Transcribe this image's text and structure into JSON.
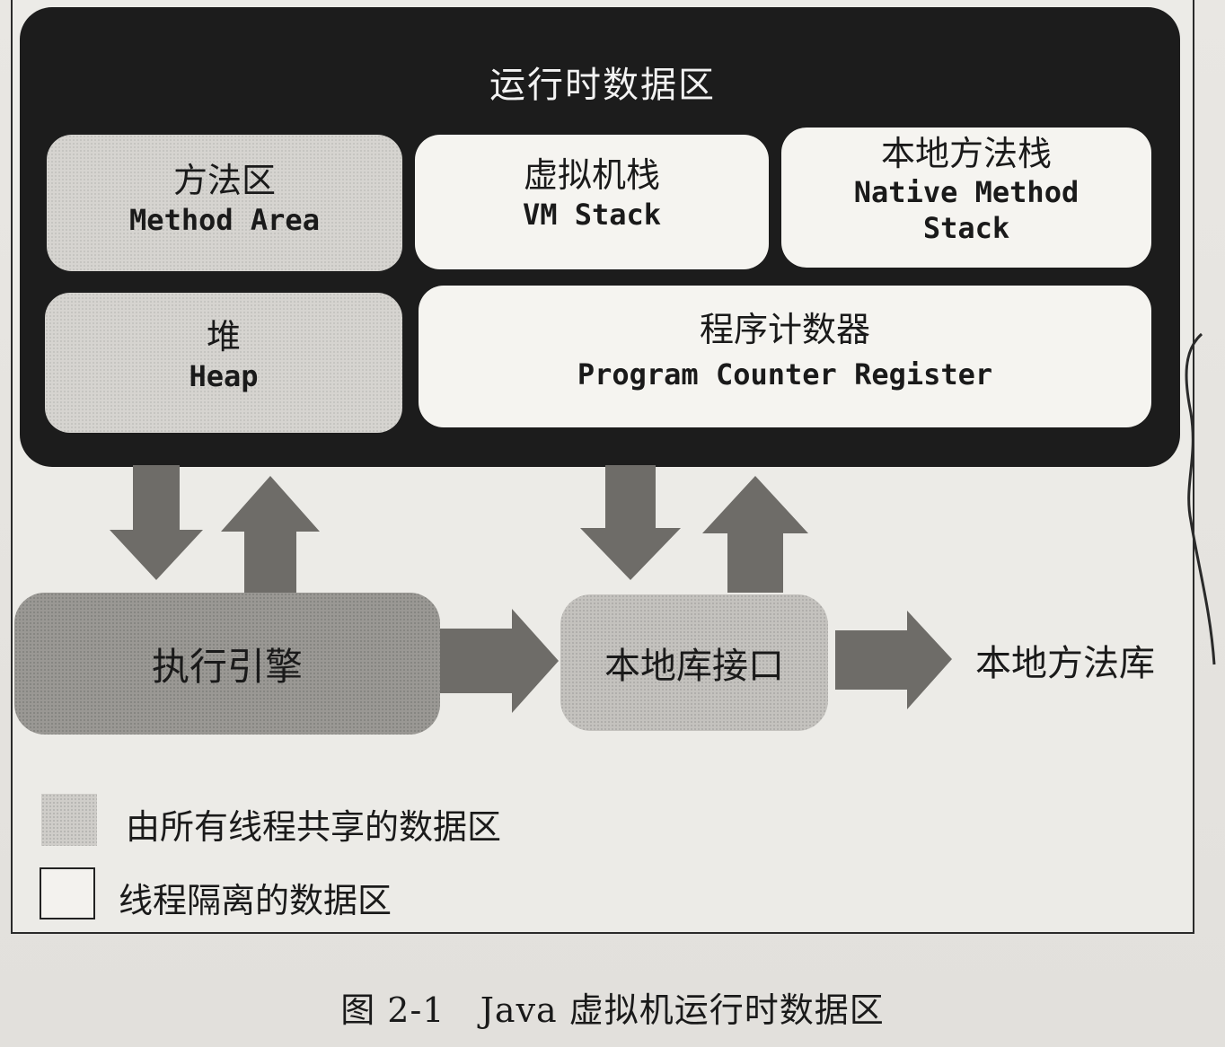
{
  "runtime_area": {
    "title": "运行时数据区",
    "method_area": {
      "zh": "方法区",
      "en": "Method Area"
    },
    "vm_stack": {
      "zh": "虚拟机栈",
      "en": "VM Stack"
    },
    "native_method_stack": {
      "zh": "本地方法栈",
      "en": "Native Method\nStack"
    },
    "heap": {
      "zh": "堆",
      "en": "Heap"
    },
    "program_counter": {
      "zh": "程序计数器",
      "en": "Program Counter Register"
    }
  },
  "execution_engine": "执行引擎",
  "native_interface": "本地库接口",
  "native_library": "本地方法库",
  "legend": {
    "shared": "由所有线程共享的数据区",
    "isolated": "线程隔离的数据区"
  },
  "caption": "图 2-1   Java 虚拟机运行时数据区",
  "colors": {
    "runtime_background": "#1c1c1c",
    "shared_region": "#d6d4d0",
    "isolated_region": "#f5f4f0",
    "execution_engine": "#9a9894",
    "native_interface": "#c4c2be",
    "arrow": "#6e6c68"
  }
}
